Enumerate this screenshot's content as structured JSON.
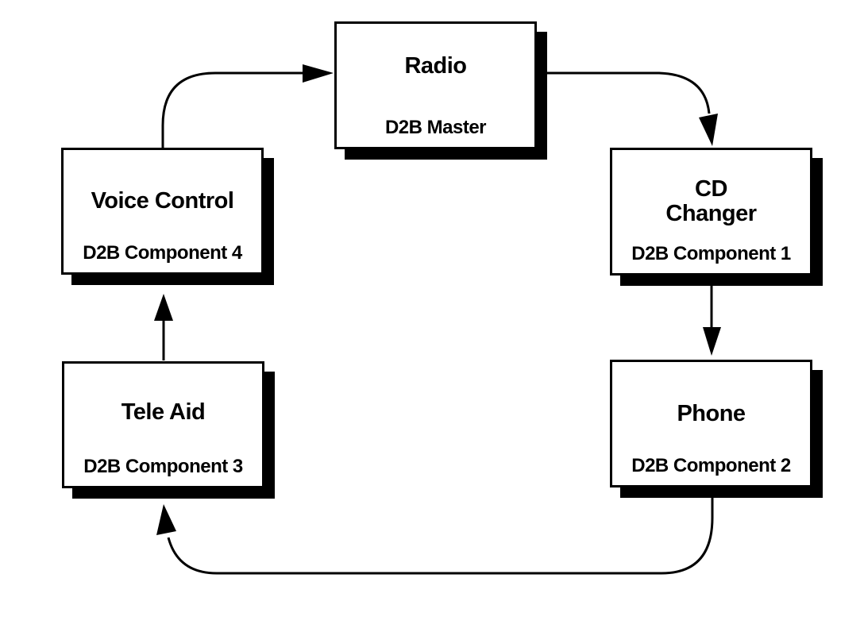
{
  "diagram": {
    "type": "ring-bus",
    "background": "#ffffff",
    "ink": "#000000",
    "nodes": [
      {
        "id": "radio",
        "title": "Radio",
        "subtitle": "D2B Master"
      },
      {
        "id": "voice-control",
        "title": "Voice Control",
        "subtitle": "D2B Component 4"
      },
      {
        "id": "cd-changer",
        "title": "CD\nChanger",
        "subtitle": "D2B Component 1"
      },
      {
        "id": "tele-aid",
        "title": "Tele Aid",
        "subtitle": "D2B Component 3"
      },
      {
        "id": "phone",
        "title": "Phone",
        "subtitle": "D2B Component 2"
      }
    ],
    "edges": [
      {
        "from": "voice-control",
        "to": "radio"
      },
      {
        "from": "radio",
        "to": "cd-changer"
      },
      {
        "from": "cd-changer",
        "to": "phone"
      },
      {
        "from": "phone",
        "to": "tele-aid"
      },
      {
        "from": "tele-aid",
        "to": "voice-control"
      }
    ]
  }
}
